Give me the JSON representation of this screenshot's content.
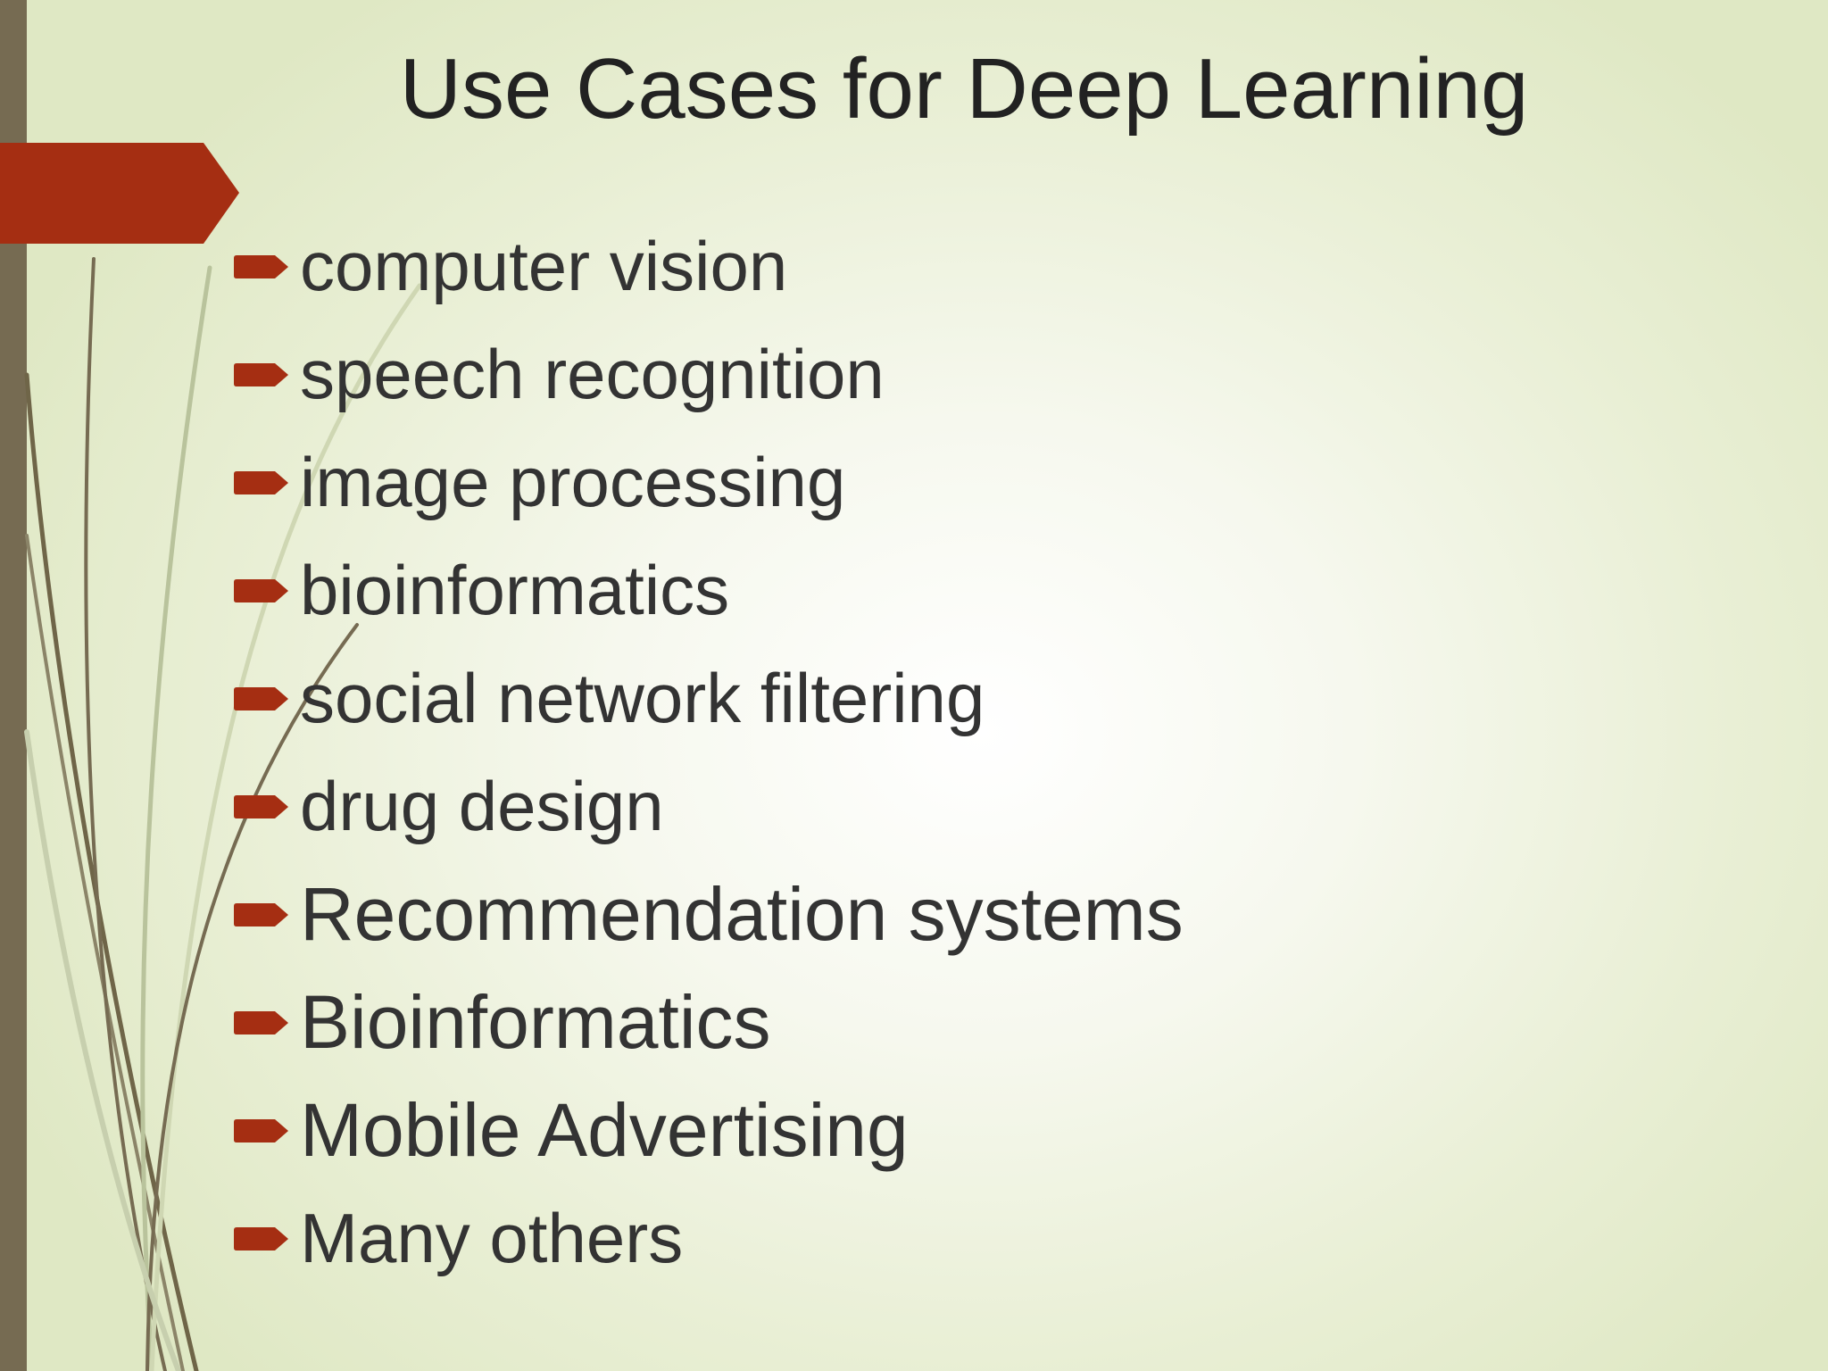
{
  "slide": {
    "title": "Use Cases for Deep Learning",
    "bullets": [
      "computer vision",
      "speech recognition",
      "image processing",
      "bioinformatics",
      "social network filtering",
      "drug design",
      "Recommendation systems",
      "Bioinformatics",
      "Mobile Advertising",
      "Many others"
    ]
  },
  "colors": {
    "accent_red": "#a52e12",
    "bar_olive": "#766b52",
    "text": "#333333",
    "title_text": "#222222",
    "background": "#e4ebcf"
  },
  "icons": {
    "bullet": "arrow-bullet-icon",
    "banner": "red-arrow-banner"
  }
}
